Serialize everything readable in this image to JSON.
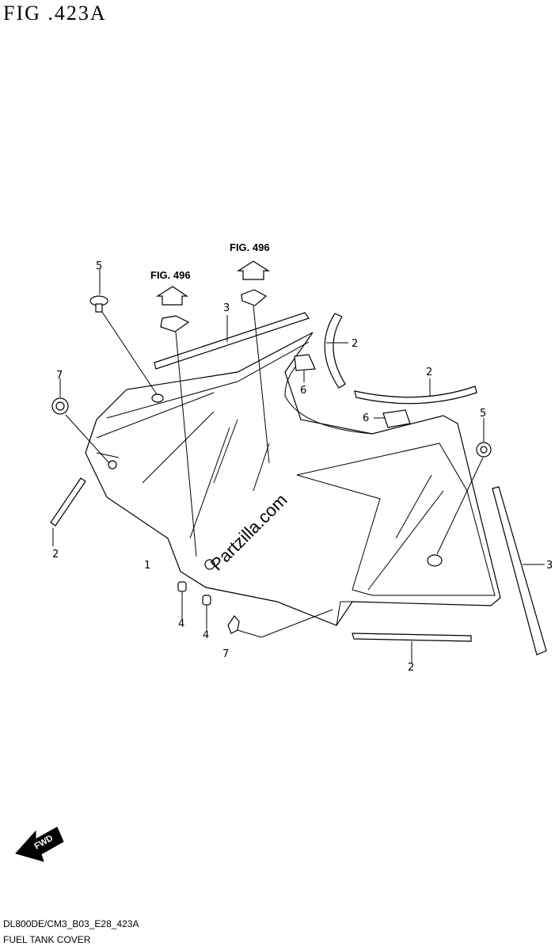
{
  "header": {
    "title": "FIG .423A"
  },
  "fig_refs": [
    {
      "text": "FIG. 496"
    },
    {
      "text": "FIG. 496"
    }
  ],
  "callouts": [
    "1",
    "2",
    "2",
    "2",
    "2",
    "3",
    "3",
    "4",
    "4",
    "5",
    "5",
    "6",
    "6",
    "7",
    "7"
  ],
  "watermark": "Partzilla.com",
  "fwd_label": "FWD",
  "footer": {
    "code": "DL800DE/CM3_B03_E28_423A",
    "name": "FUEL TANK COVER"
  }
}
